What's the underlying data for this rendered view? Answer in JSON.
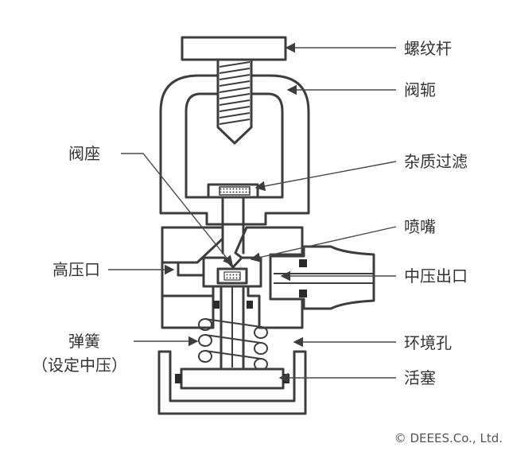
{
  "labels": {
    "screw_rod": "螺纹杆",
    "bonnet": "阀轭",
    "valve_seat": "阀座",
    "filter": "杂质过滤",
    "nozzle": "喷嘴",
    "high_pressure_port": "高压口",
    "mid_pressure_outlet": "中压出口",
    "spring": "弹簧",
    "spring_sub": "（设定中压）",
    "ambient_hole": "环境孔",
    "piston": "活塞"
  },
  "copyright": "© DEEES.Co., Ltd."
}
